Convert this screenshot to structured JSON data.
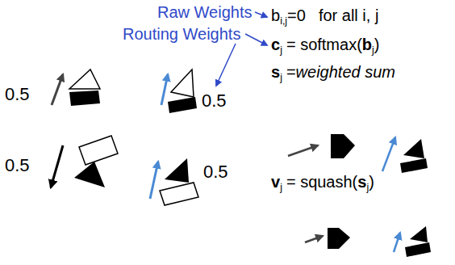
{
  "diagram": {
    "labels": [
      "Raw Weights",
      "Routing Weights",
      "b",
      "i,j",
      "=0",
      "for all i, j",
      "c",
      "j",
      "= softmax(",
      "b",
      "j",
      ")",
      "s",
      "j",
      "=",
      "weighted sum",
      "v",
      "j",
      "= squash(",
      "s",
      "j",
      ")",
      "0.5",
      "0.5",
      "0.5",
      "0.5"
    ]
  }
}
